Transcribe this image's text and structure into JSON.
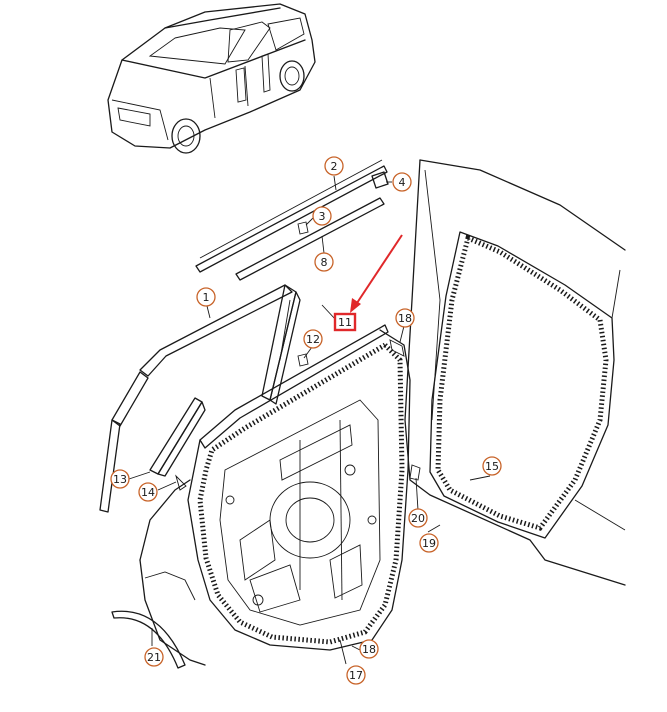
{
  "callouts": [
    {
      "label": "1"
    },
    {
      "label": "2"
    },
    {
      "label": "3"
    },
    {
      "label": "4"
    },
    {
      "label": "8"
    },
    {
      "label": "11",
      "highlighted": true
    },
    {
      "label": "12"
    },
    {
      "label": "13"
    },
    {
      "label": "14"
    },
    {
      "label": "15"
    },
    {
      "label": "17"
    },
    {
      "label": "18"
    },
    {
      "label": "18"
    },
    {
      "label": "19"
    },
    {
      "label": "20"
    },
    {
      "label": "21"
    }
  ],
  "colors": {
    "line_art": "#1a1a1a",
    "callout_ring": "#c8642a",
    "highlight": "#e0282a"
  }
}
